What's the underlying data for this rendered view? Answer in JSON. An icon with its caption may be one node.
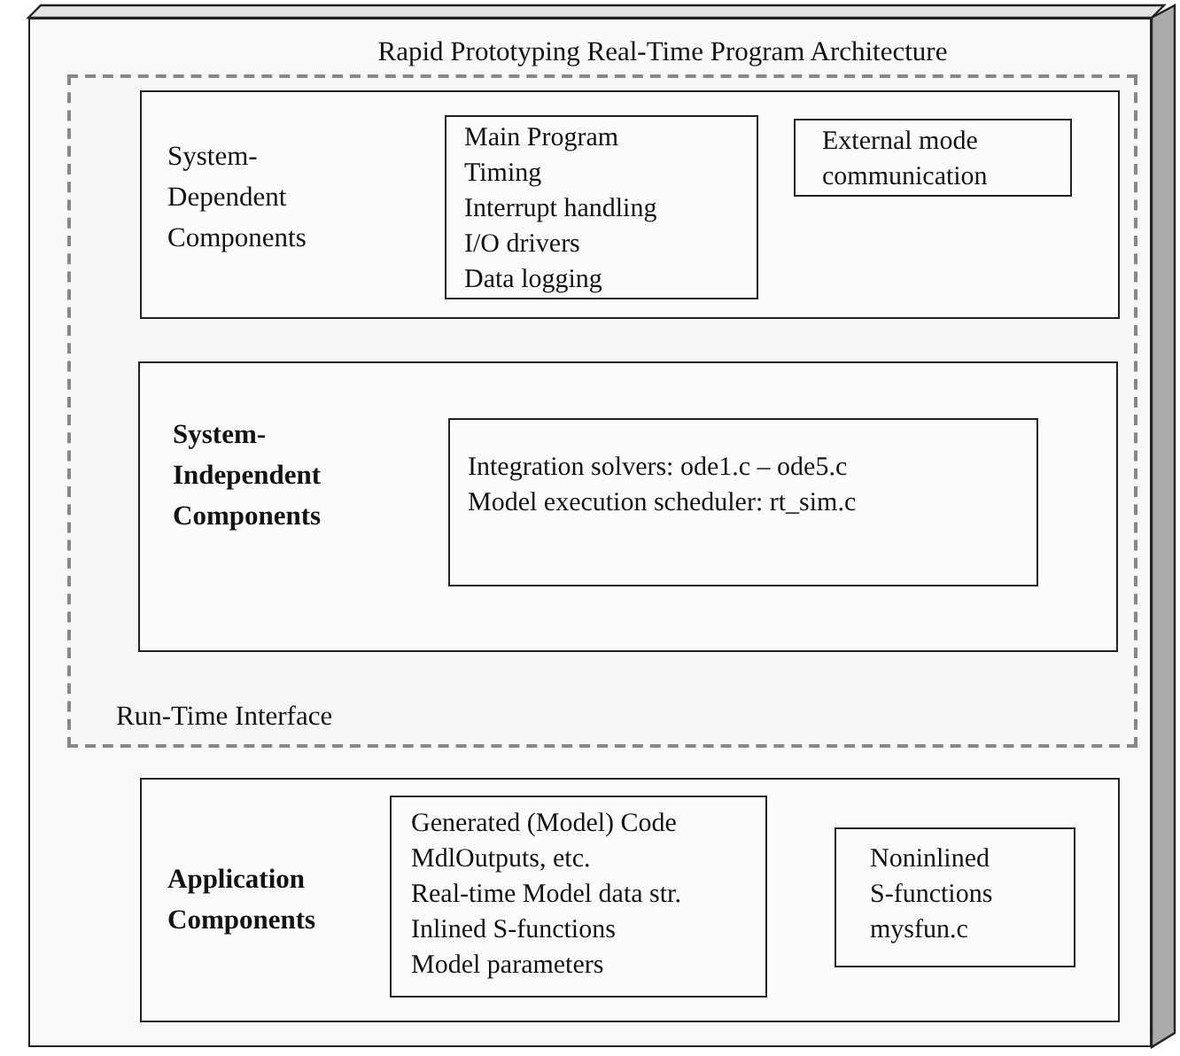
{
  "diagram": {
    "nodes": [
      {
        "text": [
          "Rapid Prototyping Real-Time Program Architecture"
        ]
      },
      {
        "text": [
          "Run-Time Interface"
        ],
        "in": 0
      },
      {
        "text": [
          "System-Dependent Components"
        ],
        "in": 1
      },
      {
        "text": [
          "Main Program",
          "Timing",
          "Interrupt handling",
          "I/O drivers",
          "Data logging"
        ],
        "in": 2
      },
      {
        "text": [
          "External mode communication"
        ],
        "in": 2
      },
      {
        "text": [
          "System-Independent Components"
        ],
        "in": 1
      },
      {
        "text": [
          "Integration solvers: ode1.c – ode5.c",
          "Model execution scheduler: rt_sim.c"
        ],
        "in": 5
      },
      {
        "text": [
          "Application Components"
        ],
        "in": 0
      },
      {
        "text": [
          "Generated (Model) Code",
          "MdlOutputs, etc.",
          "Real-time Model data str.",
          "Inlined S-functions",
          "Model parameters"
        ],
        "in": 7
      },
      {
        "text": [
          "Noninlined S-functions",
          "mysfun.c"
        ],
        "in": 7
      }
    ]
  }
}
